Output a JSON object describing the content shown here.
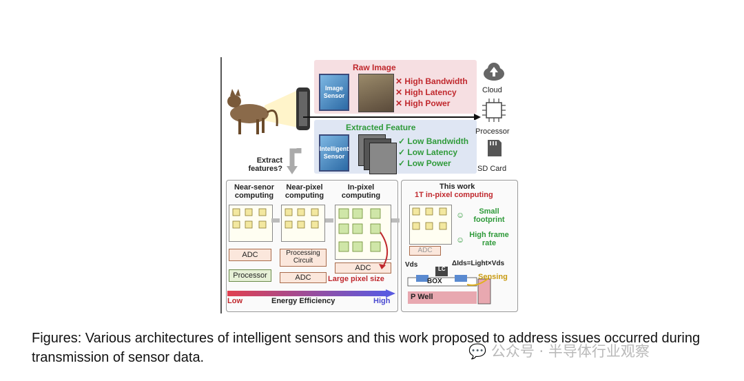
{
  "figure": {
    "raw_image_title": "Raw Image",
    "image_sensor_label": "Image Sensor",
    "raw_issues": [
      "✕ High Bandwidth",
      "✕ High Latency",
      "✕ High Power"
    ],
    "extracted_feature_title": "Extracted Feature",
    "intelligent_sensor_label": "Intelligent Sensor",
    "feature_benefits": [
      "✓ Low Bandwidth",
      "✓ Low Latency",
      "✓ Low Power"
    ],
    "destinations": [
      "Cloud",
      "Processor",
      "SD Card"
    ],
    "extract_prompt": "Extract features?",
    "near_sensor_title": "Near-senor computing",
    "near_pixel_title": "Near-pixel computing",
    "in_pixel_title": "In-pixel computing",
    "adc": "ADC",
    "processor": "Processor",
    "processing_circuit": "Processing Circuit",
    "large_pixel_size": "Large pixel size",
    "energy_low": "Low",
    "energy_label": "Energy Efficiency",
    "energy_high": "High",
    "this_work": "This work",
    "this_work_sub": "1T in-pixel computing",
    "benefit_1": "Small footprint",
    "benefit_2": "High frame rate",
    "vds": "Vds",
    "formula": "ΔIds=Light×Vds",
    "box_label": "BOX",
    "sensing": "Sensing",
    "p_well": "P Well",
    "lc": "LC"
  },
  "caption": "Figures: Various architectures of intelligent sensors and this work proposed to address issues occurred during transmission of sensor data.",
  "watermark": "公众号 · 半导体行业观察"
}
